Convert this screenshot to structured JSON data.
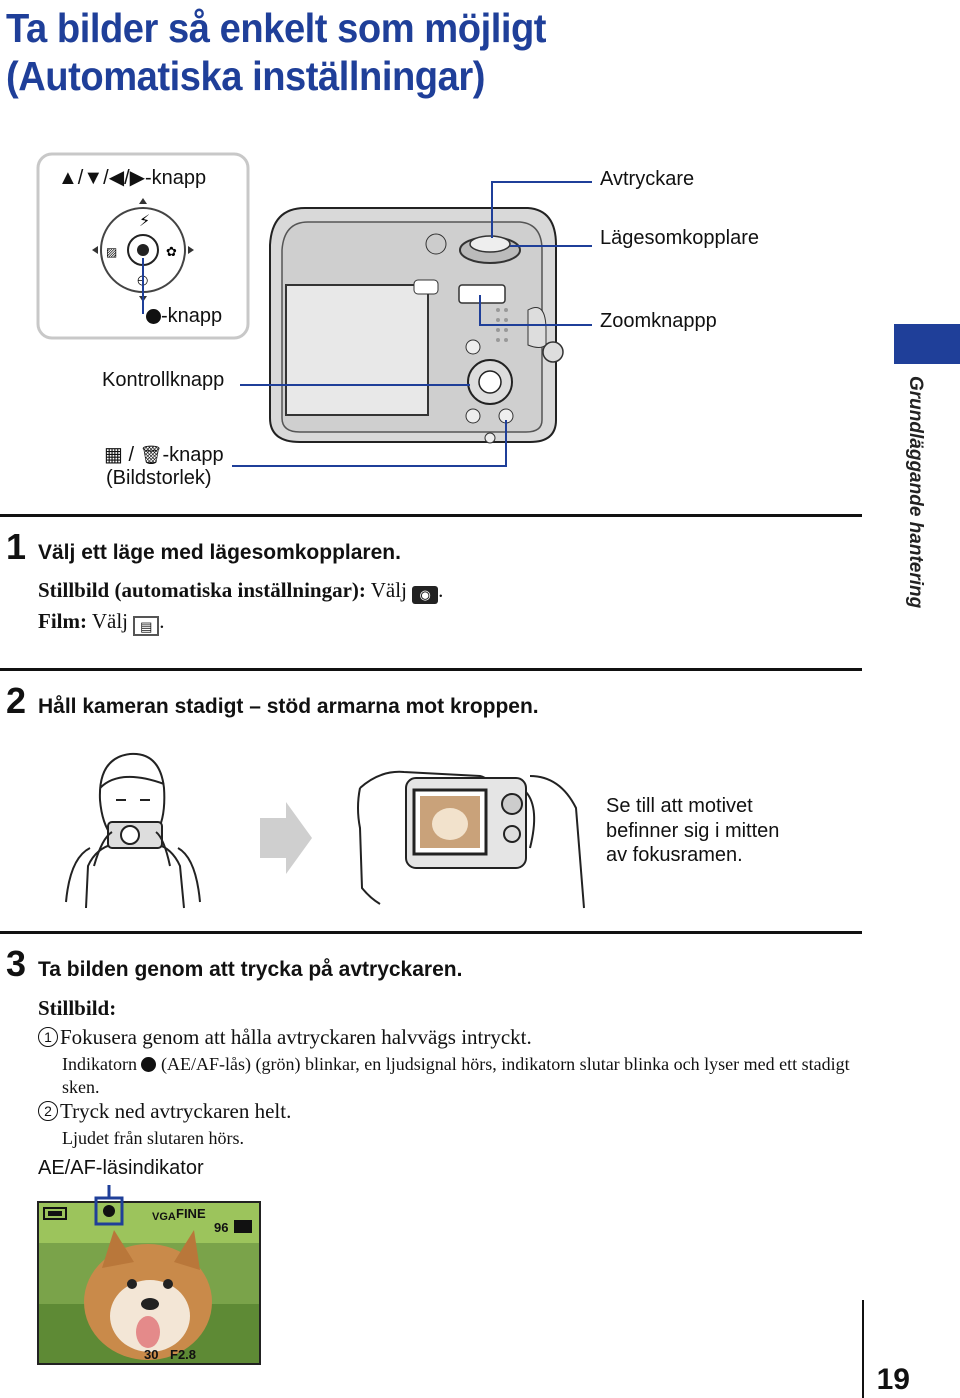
{
  "title": "Ta bilder så enkelt som möjligt (Automatiska inställningar)",
  "side_tab": {
    "label": "Grundläggande hantering"
  },
  "diagram": {
    "arrow_key_label": "▲/▼/◀/▶-knapp",
    "center_key_label": "-knapp",
    "shutter_label": "Avtryckare",
    "mode_dial_label": "Lägesomkopplare",
    "zoom_label": "Zoomknappp",
    "control_label": "Kontrollknapp",
    "imagesize_label_1": "/",
    "imagesize_label_2": "-knapp",
    "imagesize_label_3": "(Bildstorlek)"
  },
  "step1": {
    "number": "1",
    "heading": "Välj ett läge med lägesomkopplaren.",
    "line1_bold": "Stillbild (automatiska inställningar):",
    "line1_rest": "Välj",
    "line2_bold": "Film:",
    "line2_rest": "Välj"
  },
  "step2": {
    "number": "2",
    "heading": "Håll kameran stadigt – stöd armarna mot kroppen.",
    "note": "Se till att motivet befinner sig i mitten av fokusramen."
  },
  "step3": {
    "number": "3",
    "heading": "Ta bilden genom att trycka på avtryckaren.",
    "subhead": "Stillbild:",
    "item1_num": "1",
    "item1": "Fokusera genom att hålla avtryckaren halvvägs intryckt.",
    "item1_detail_a": "Indikatorn",
    "item1_detail_b": "(AE/AF-lås) (grön) blinkar, en ljudsignal hörs, indikatorn slutar blinka och lyser med ett stadigt sken.",
    "item2_num": "2",
    "item2": "Tryck ned avtryckaren helt.",
    "item2_detail": "Ljudet från slutaren hörs.",
    "indicator_label": "AE/AF-läsindikator",
    "lcd": {
      "size": "VGA",
      "quality": "FINE",
      "remaining": "96",
      "shutter": "30",
      "aperture": "F2.8"
    }
  },
  "page_number": "19",
  "colors": {
    "accent": "#1f3f99"
  }
}
